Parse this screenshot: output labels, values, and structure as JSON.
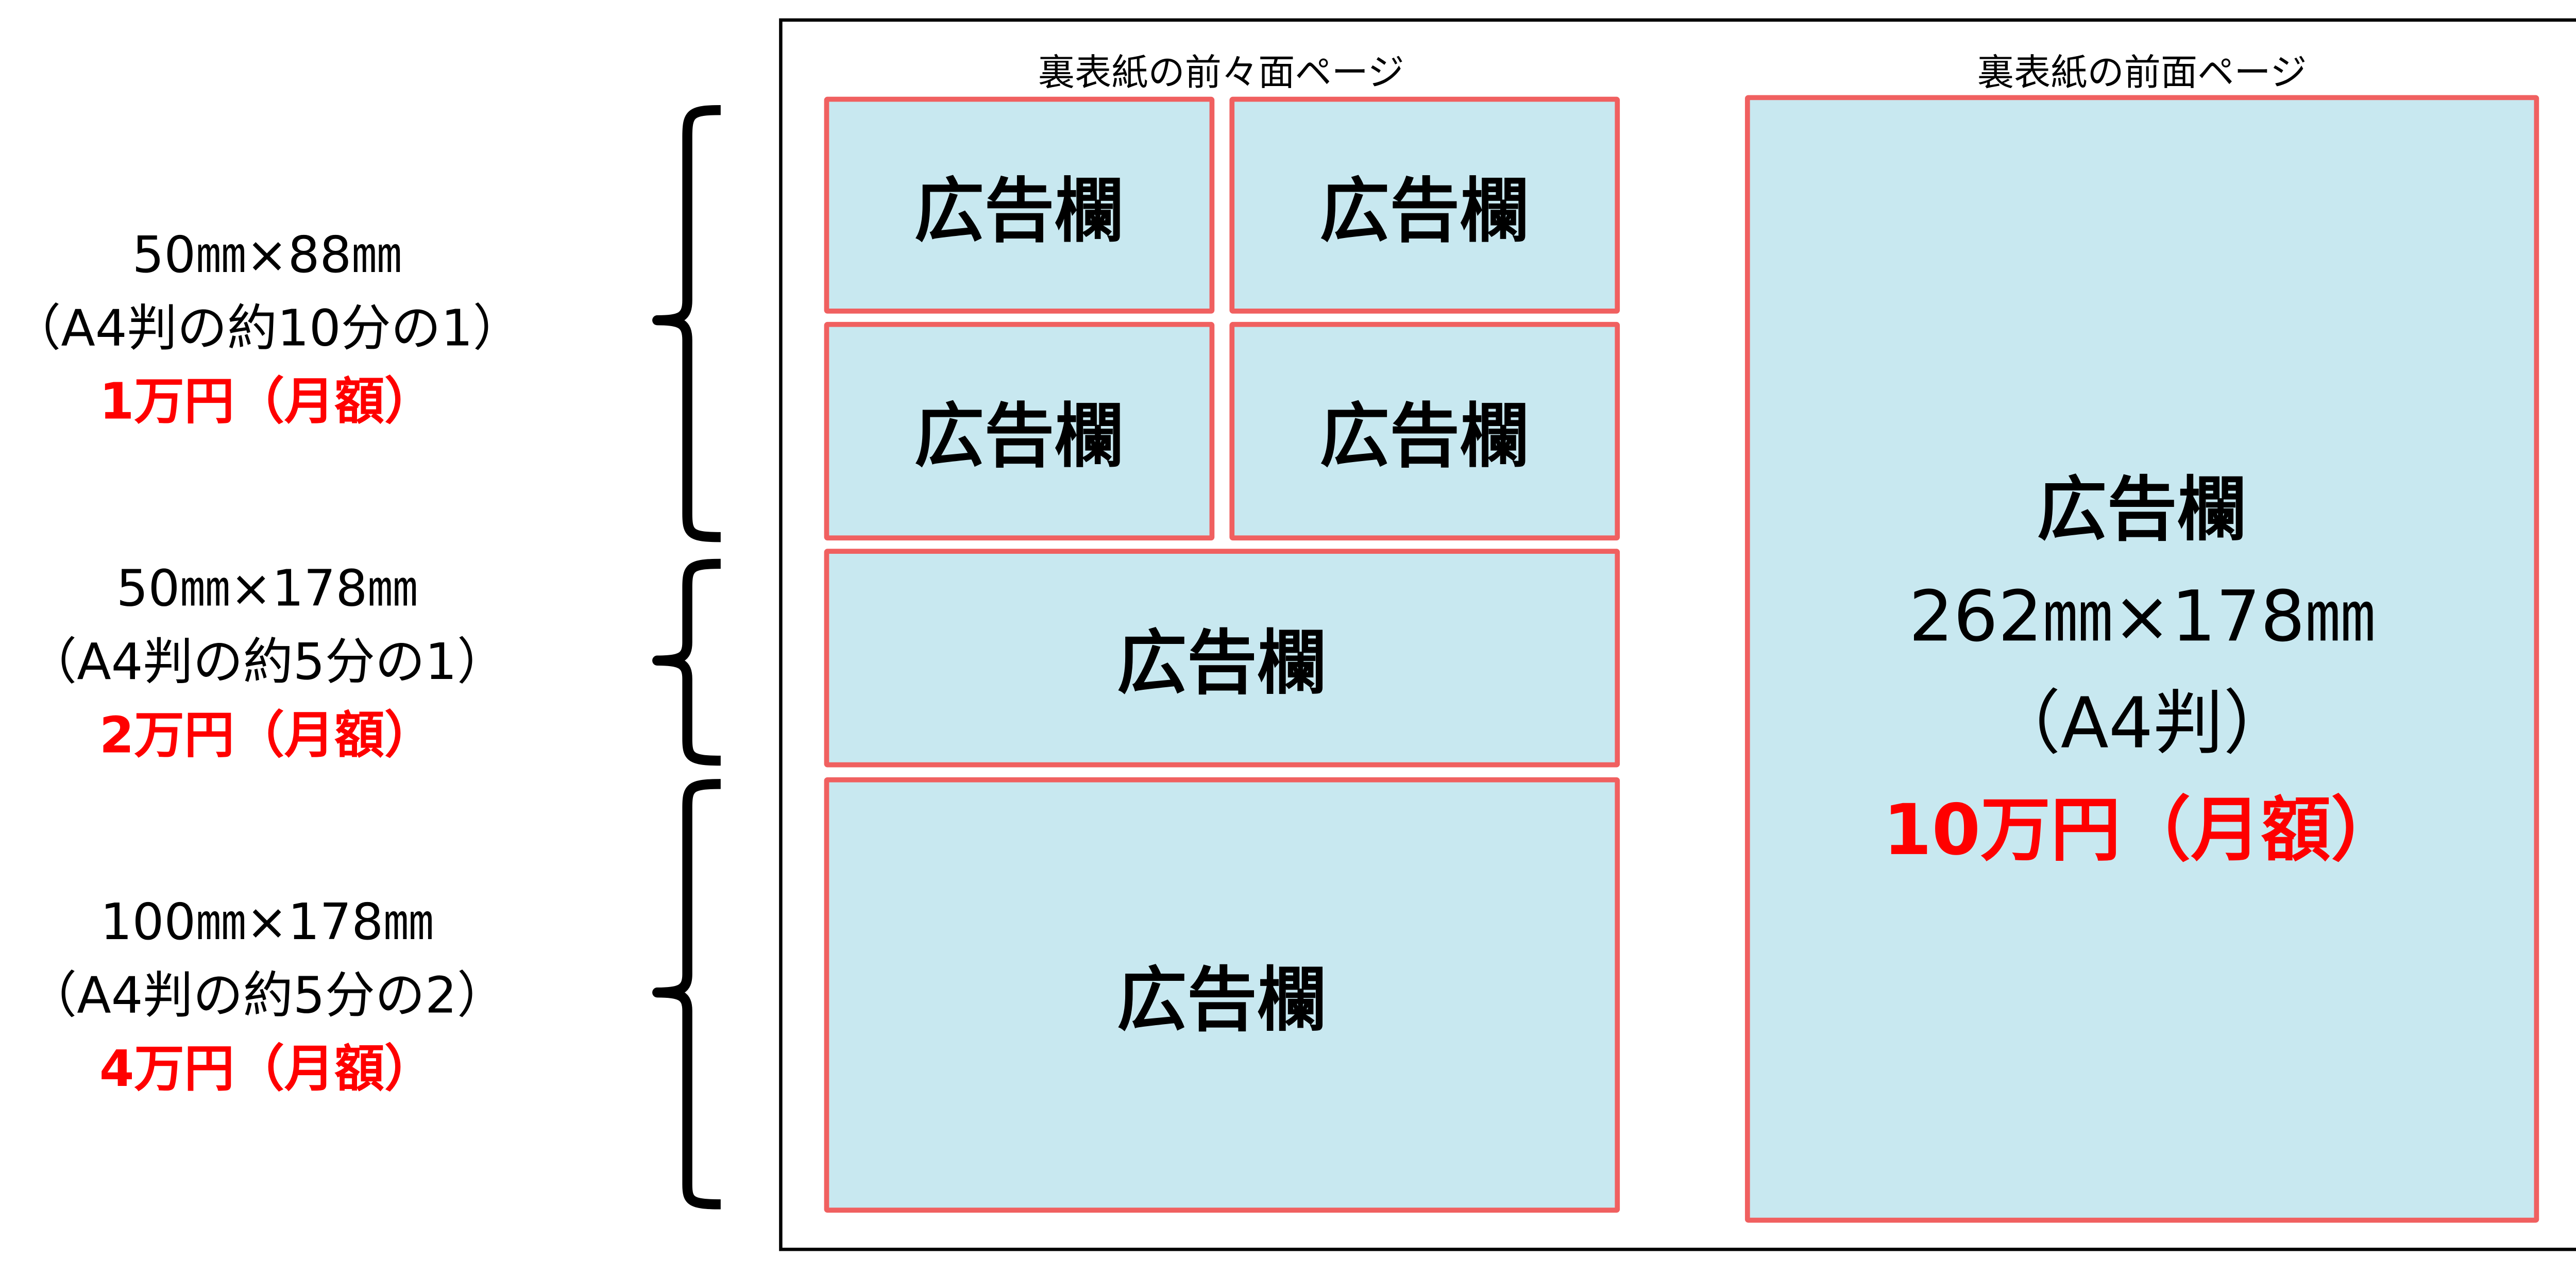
{
  "pages": {
    "left_label": "裏表紙の前々面ページ",
    "right_label": "裏表紙の前面ページ"
  },
  "ad_label": "広告欄",
  "groups": [
    {
      "size": "50㎜×88㎜",
      "ratio": "（A4判の約10分の1）",
      "price": "1万円（月額）"
    },
    {
      "size": "50㎜×178㎜",
      "ratio": "（A4判の約5分の1）",
      "price": "2万円（月額）"
    },
    {
      "size": "100㎜×178㎜",
      "ratio": "（A4判の約5分の2）",
      "price": "4万円（月額）"
    }
  ],
  "full_page": {
    "label": "広告欄",
    "size": "262㎜×178㎜",
    "ratio": "（A4判）",
    "price": "10万円（月額）"
  },
  "colors": {
    "box_fill": "#c8e8f0",
    "box_border": "#f06060",
    "price": "#ff0000"
  }
}
